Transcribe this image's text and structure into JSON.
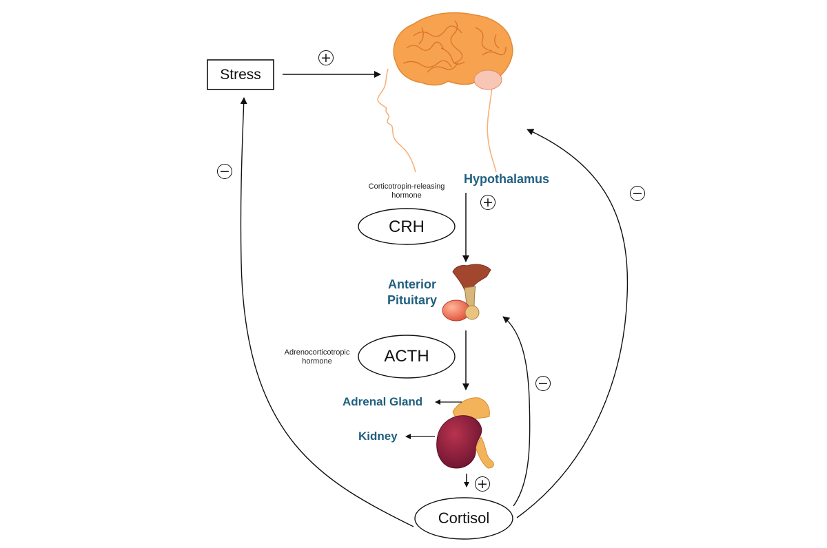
{
  "stress": "Stress",
  "hypothalamus": "Hypothalamus",
  "crh": {
    "full_name": "Corticotropin-releasing hormone",
    "abbr": "CRH"
  },
  "anterior_pituitary": "Anterior Pituitary",
  "acth": {
    "full_name": "Adrenocorticotropic hormone",
    "abbr": "ACTH"
  },
  "adrenal_gland": "Adrenal Gland",
  "kidney": "Kidney",
  "cortisol": "Cortisol",
  "signs": {
    "plus": "+",
    "minus": "−"
  },
  "colors": {
    "brain": "#f5a04a",
    "label_teal": "#1f5f7f",
    "pituitary": "#e8644a",
    "kidney": "#8a1f3a",
    "adrenal": "#f3b35a"
  }
}
